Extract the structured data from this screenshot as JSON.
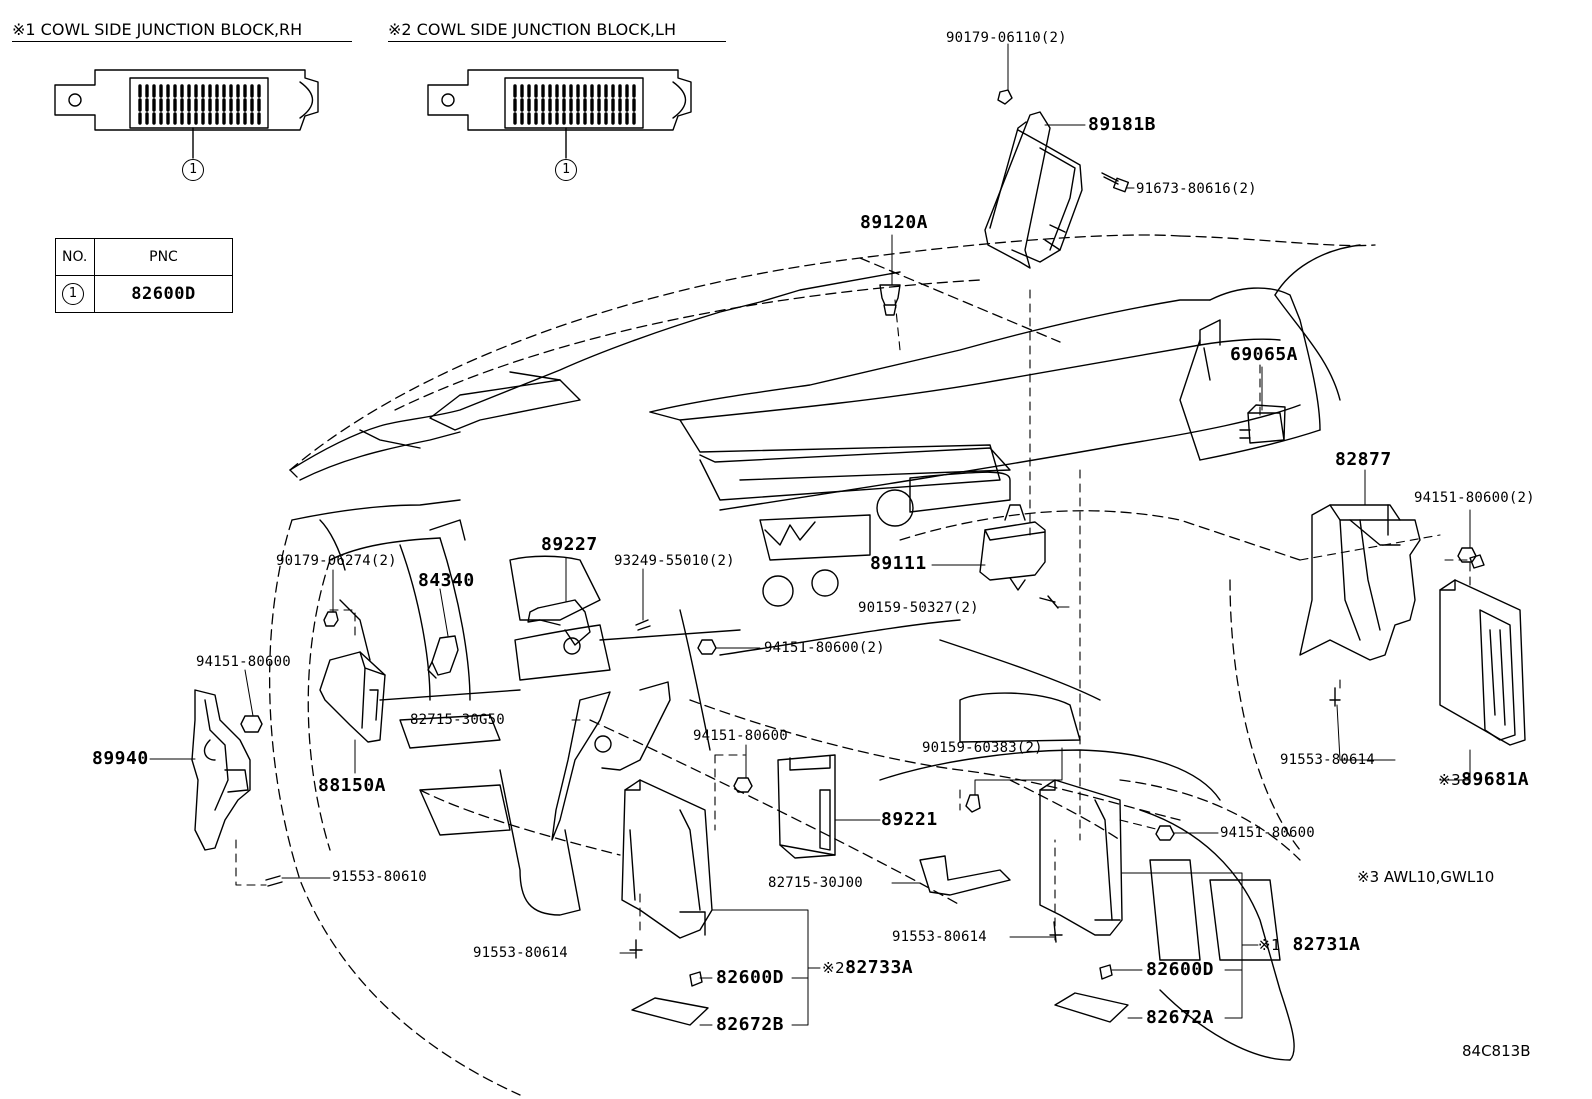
{
  "headers": {
    "rh": "※1 COWL SIDE JUNCTION BLOCK,RH",
    "lh": "※2 COWL SIDE JUNCTION BLOCK,LH"
  },
  "callout_number": "1",
  "pnc_table": {
    "col_no": "NO.",
    "col_pnc": "PNC",
    "row_no": "1",
    "row_pnc": "82600D"
  },
  "labels": {
    "p90179_06110": "90179-06110(2)",
    "p89181B": "89181B",
    "p91673_80616": "91673-80616(2)",
    "p89120A": "89120A",
    "p69065A": "69065A",
    "p82877": "82877",
    "p94151_80600_r": "94151-80600(2)",
    "p89227": "89227",
    "p93249_55010": "93249-55010(2)",
    "p89111": "89111",
    "p90159_50327": "90159-50327(2)",
    "p90179_06274": "90179-06274(2)",
    "p84340": "84340",
    "p94151_80600_l": "94151-80600",
    "p94151_80600_m2": "94151-80600(2)",
    "p82715_30G50": "82715-30G50",
    "p94151_80600_m": "94151-80600",
    "p88150A": "88150A",
    "p89940": "89940",
    "p89221": "89221",
    "p90159_60383": "90159-60383(2)",
    "p91553_80614_r": "91553-80614",
    "p89681A": "89681A",
    "p89681A_mark": "※3",
    "p94151_80600_b": "94151-80600",
    "p91553_80610": "91553-80610",
    "p82715_30J00": "82715-30J00",
    "p91553_80614_m": "91553-80614",
    "p82731A": "82731A",
    "p82731A_mark": "※1",
    "p91553_80614_l": "91553-80614",
    "p82600D_l": "82600D",
    "p82733A": "82733A",
    "p82733A_mark": "※2",
    "p82672B": "82672B",
    "p82600D_r": "82600D",
    "p82672A": "82672A"
  },
  "note_awl": "※3 AWL10,GWL10",
  "diagram_code": "84C813B"
}
